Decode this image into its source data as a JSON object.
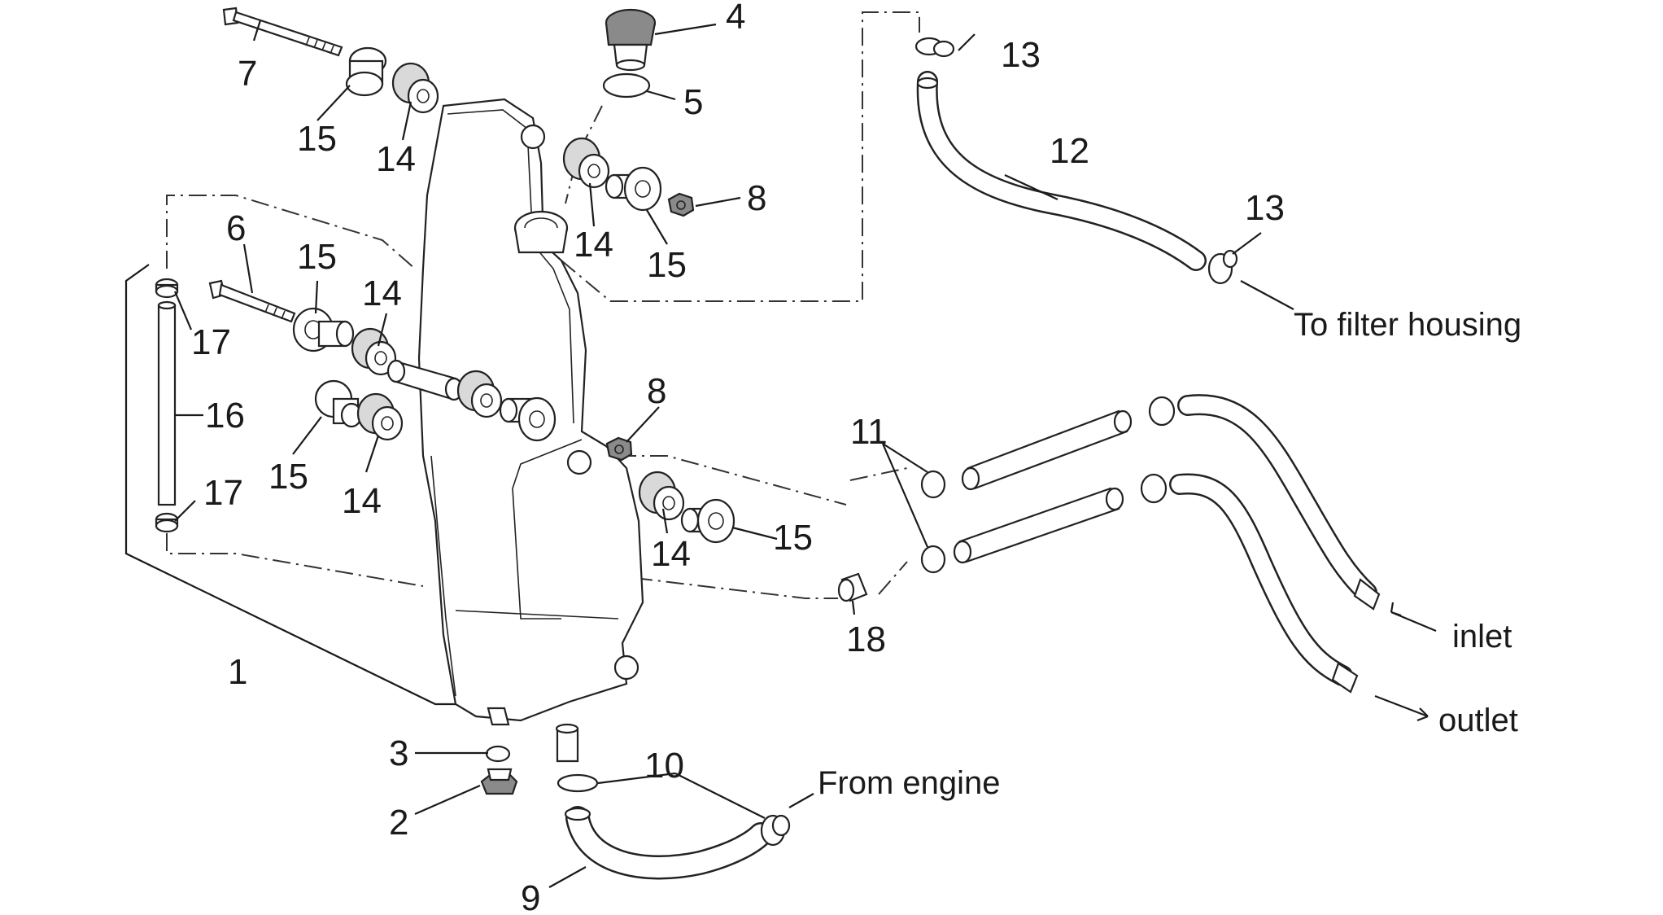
{
  "diagram": {
    "callouts": [
      {
        "id": "c1",
        "text": "1"
      },
      {
        "id": "c2",
        "text": "2"
      },
      {
        "id": "c3",
        "text": "3"
      },
      {
        "id": "c4",
        "text": "4"
      },
      {
        "id": "c5",
        "text": "5"
      },
      {
        "id": "c6",
        "text": "6"
      },
      {
        "id": "c7",
        "text": "7"
      },
      {
        "id": "c8a",
        "text": "8"
      },
      {
        "id": "c8b",
        "text": "8"
      },
      {
        "id": "c9",
        "text": "9"
      },
      {
        "id": "c10",
        "text": "10"
      },
      {
        "id": "c11",
        "text": "11"
      },
      {
        "id": "c12",
        "text": "12"
      },
      {
        "id": "c13a",
        "text": "13"
      },
      {
        "id": "c13b",
        "text": "13"
      },
      {
        "id": "c14a",
        "text": "14"
      },
      {
        "id": "c14b",
        "text": "14"
      },
      {
        "id": "c14c",
        "text": "14"
      },
      {
        "id": "c14d",
        "text": "14"
      },
      {
        "id": "c14e",
        "text": "14"
      },
      {
        "id": "c15a",
        "text": "15"
      },
      {
        "id": "c15b",
        "text": "15"
      },
      {
        "id": "c15c",
        "text": "15"
      },
      {
        "id": "c15d",
        "text": "15"
      },
      {
        "id": "c15e",
        "text": "15"
      },
      {
        "id": "c16",
        "text": "16"
      },
      {
        "id": "c17a",
        "text": "17"
      },
      {
        "id": "c17b",
        "text": "17"
      },
      {
        "id": "c18",
        "text": "18"
      }
    ],
    "notes": {
      "filter": "To filter housing",
      "inlet": "inlet",
      "outlet": "outlet",
      "engine": "From engine"
    }
  }
}
